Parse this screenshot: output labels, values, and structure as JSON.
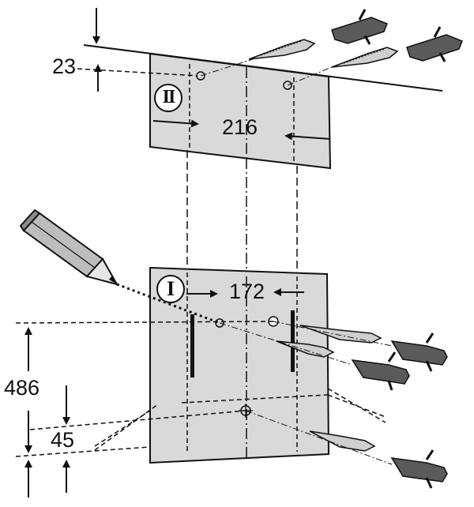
{
  "figure": {
    "template_top_marker": "II",
    "template_bottom_marker": "I",
    "dimensions": {
      "top_offset": "23",
      "upper_hole_spacing": "216",
      "lower_hole_spacing": "172",
      "height_from_floor": "486",
      "lower_offset": "45"
    },
    "icons": [
      "pencil-icon",
      "wall-plug-icon",
      "screw-icon"
    ]
  }
}
